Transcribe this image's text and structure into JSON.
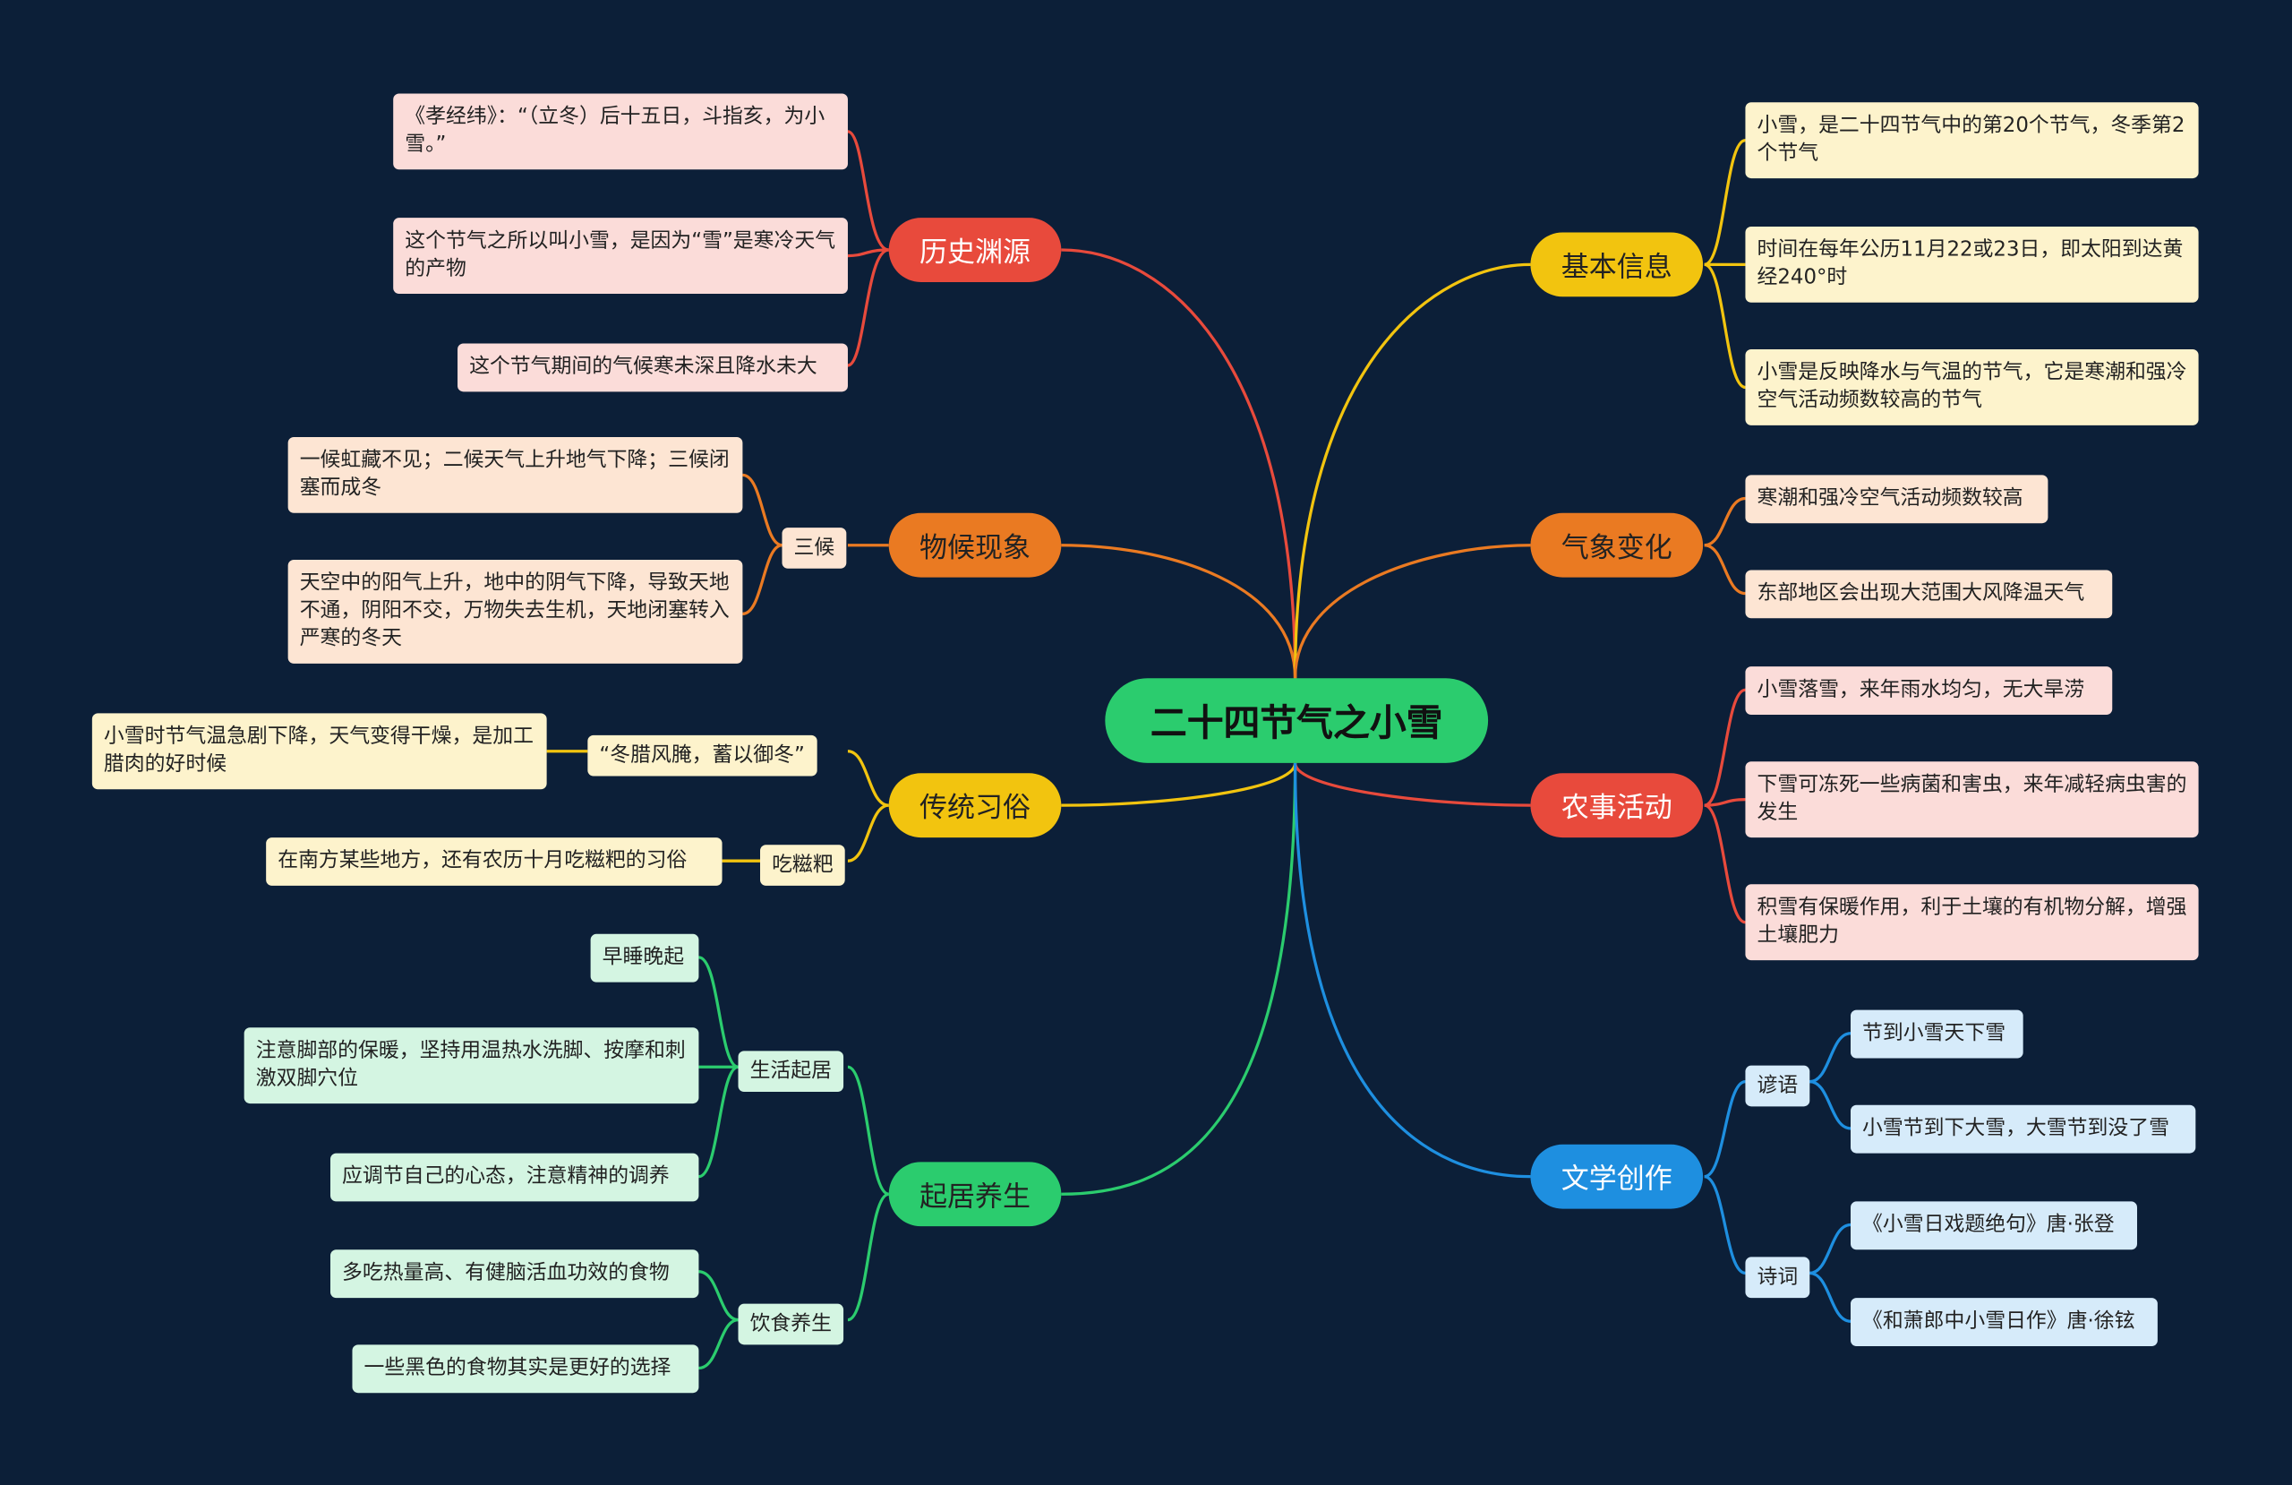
{
  "root": "二十四节气之小雪",
  "colors": {
    "background": "#0c1f38",
    "root": "#2bcc6e",
    "red": "#e84a3c",
    "orange": "#ea7a22",
    "yellow": "#f2c40f",
    "green": "#2bcc6e",
    "blue": "#1e8fe0"
  },
  "branches": {
    "history": {
      "label": "历史渊源",
      "items": [
        "《孝经纬》：“（立冬）后十五日，斗指亥，为小雪。”",
        "这个节气之所以叫小雪，是因为“雪”是寒冷天气的产物",
        "这个节气期间的气候寒未深且降水未大"
      ]
    },
    "phenology": {
      "label": "物候现象",
      "sub": "三候",
      "items": [
        "一候虹藏不见；二候天气上升地气下降；三候闭塞而成冬",
        "天空中的阳气上升，地中的阴气下降，导致天地不通，阴阳不交，万物失去生机，天地闭塞转入严寒的冬天"
      ]
    },
    "customs": {
      "label": "传统习俗",
      "sub1": "“冬腊风腌，蓄以御冬”",
      "sub1_item": "小雪时节气温急剧下降，天气变得干燥，是加工腊肉的好时候",
      "sub2": "吃糍粑",
      "sub2_item": "在南方某些地方，还有农历十月吃糍粑的习俗"
    },
    "health": {
      "label": "起居养生",
      "sub1": "生活起居",
      "sub1_items": [
        "早睡晚起",
        "注意脚部的保暖，坚持用温热水洗脚、按摩和刺激双脚穴位",
        "应调节自己的心态，注意精神的调养"
      ],
      "sub2": "饮食养生",
      "sub2_items": [
        "多吃热量高、有健脑活血功效的食物",
        "一些黑色的食物其实是更好的选择"
      ]
    },
    "basic": {
      "label": "基本信息",
      "items": [
        "小雪，是二十四节气中的第20个节气，冬季第2个节气",
        "时间在每年公历11月22或23日，即太阳到达黄经240°时",
        "小雪是反映降水与气温的节气，它是寒潮和强冷空气活动频数较高的节气"
      ]
    },
    "weather": {
      "label": "气象变化",
      "items": [
        "寒潮和强冷空气活动频数较高",
        "东部地区会出现大范围大风降温天气"
      ]
    },
    "farming": {
      "label": "农事活动",
      "items": [
        "小雪落雪，来年雨水均匀，无大旱涝",
        "下雪可冻死一些病菌和害虫，来年减轻病虫害的发生",
        "积雪有保暖作用，利于土壤的有机物分解，增强土壤肥力"
      ]
    },
    "literature": {
      "label": "文学创作",
      "sub1": "谚语",
      "sub1_items": [
        "节到小雪天下雪",
        "小雪节到下大雪，大雪节到没了雪"
      ],
      "sub2": "诗词",
      "sub2_items": [
        "《小雪日戏题绝句》唐·张登",
        "《和萧郎中小雪日作》唐·徐铉"
      ]
    }
  }
}
